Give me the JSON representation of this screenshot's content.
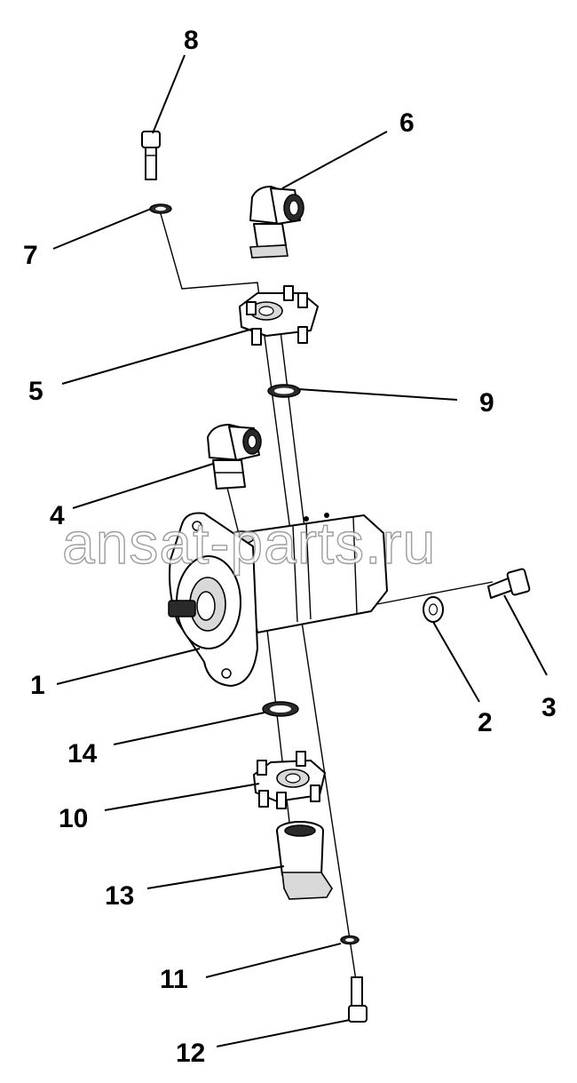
{
  "watermark": "ansat-parts.ru",
  "callouts": {
    "c1": "1",
    "c2": "2",
    "c3": "3",
    "c4": "4",
    "c5": "5",
    "c6": "6",
    "c7": "7",
    "c8": "8",
    "c9": "9",
    "c10": "10",
    "c11": "11",
    "c12": "12",
    "c13": "13",
    "c14": "14"
  }
}
